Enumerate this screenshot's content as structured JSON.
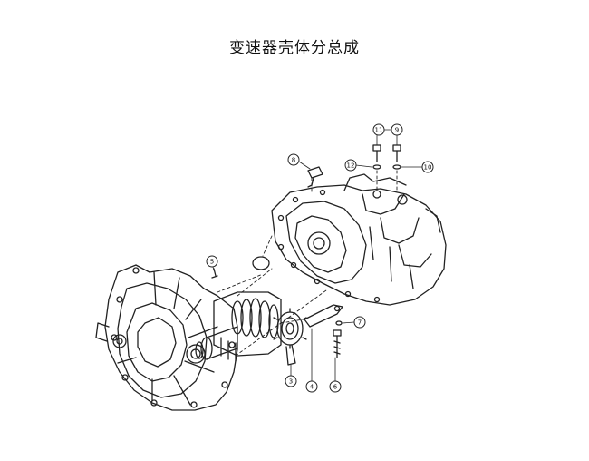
{
  "title": "变速器壳体分总成",
  "callouts": [
    {
      "id": "c11",
      "label": "11"
    },
    {
      "id": "c9",
      "label": "9"
    },
    {
      "id": "c8",
      "label": "8"
    },
    {
      "id": "c12",
      "label": "12"
    },
    {
      "id": "c10",
      "label": "10"
    },
    {
      "id": "c5",
      "label": "5"
    },
    {
      "id": "c7",
      "label": "7"
    },
    {
      "id": "c3",
      "label": "3"
    },
    {
      "id": "c4",
      "label": "4"
    },
    {
      "id": "c6",
      "label": "6"
    }
  ]
}
